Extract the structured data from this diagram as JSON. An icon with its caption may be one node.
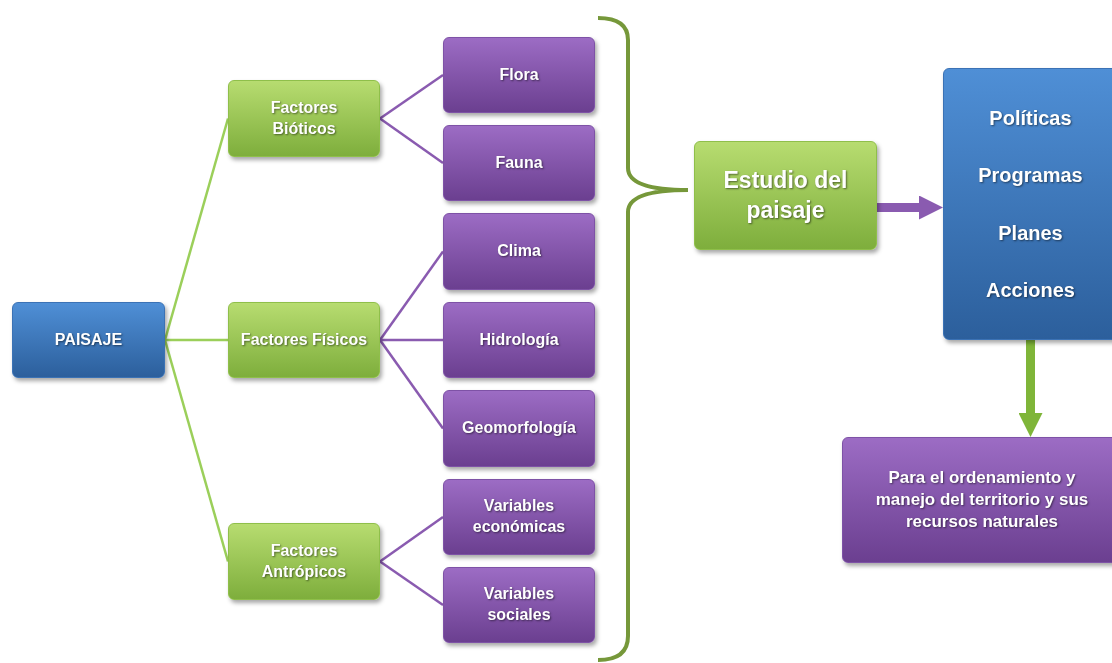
{
  "diagram": {
    "nodes": [
      {
        "text": [
          "PAISAJE"
        ]
      },
      {
        "text": [
          "Factores Bióticos"
        ]
      },
      {
        "text": [
          "Factores Físicos"
        ]
      },
      {
        "text": [
          "Factores Antrópicos"
        ]
      },
      {
        "text": [
          "Flora"
        ]
      },
      {
        "text": [
          "Fauna"
        ]
      },
      {
        "text": [
          "Clima"
        ]
      },
      {
        "text": [
          "Hidrología"
        ]
      },
      {
        "text": [
          "Geomorfología"
        ]
      },
      {
        "text": [
          "Variables económicas"
        ]
      },
      {
        "text": [
          "Variables sociales"
        ]
      },
      {
        "text": [
          "Estudio del paisaje"
        ]
      },
      {
        "text": [
          "Políticas",
          "Programas",
          "Planes",
          "Acciones"
        ]
      },
      {
        "text": [
          "Para el ordenamiento y manejo del territorio y sus recursos naturales"
        ]
      }
    ],
    "edges": [
      {
        "from": 0,
        "to": 1,
        "arrow": "none",
        "color": "#9bcf5a"
      },
      {
        "from": 0,
        "to": 2,
        "arrow": "none",
        "color": "#9bcf5a"
      },
      {
        "from": 0,
        "to": 3,
        "arrow": "none",
        "color": "#9bcf5a"
      },
      {
        "from": 1,
        "to": 4,
        "arrow": "none"
      },
      {
        "from": 1,
        "to": 5,
        "arrow": "none"
      },
      {
        "from": 2,
        "to": 6,
        "arrow": "none"
      },
      {
        "from": 2,
        "to": 7,
        "arrow": "none"
      },
      {
        "from": 2,
        "to": 8,
        "arrow": "none"
      },
      {
        "from": 3,
        "to": 9,
        "arrow": "none"
      },
      {
        "from": 3,
        "to": 10,
        "arrow": "none"
      },
      {
        "from": 11,
        "to": 12,
        "arrow": "to",
        "style": "thick"
      },
      {
        "from": 12,
        "to": 13,
        "arrow": "to",
        "style": "thick",
        "color": "#7fb539"
      }
    ]
  }
}
